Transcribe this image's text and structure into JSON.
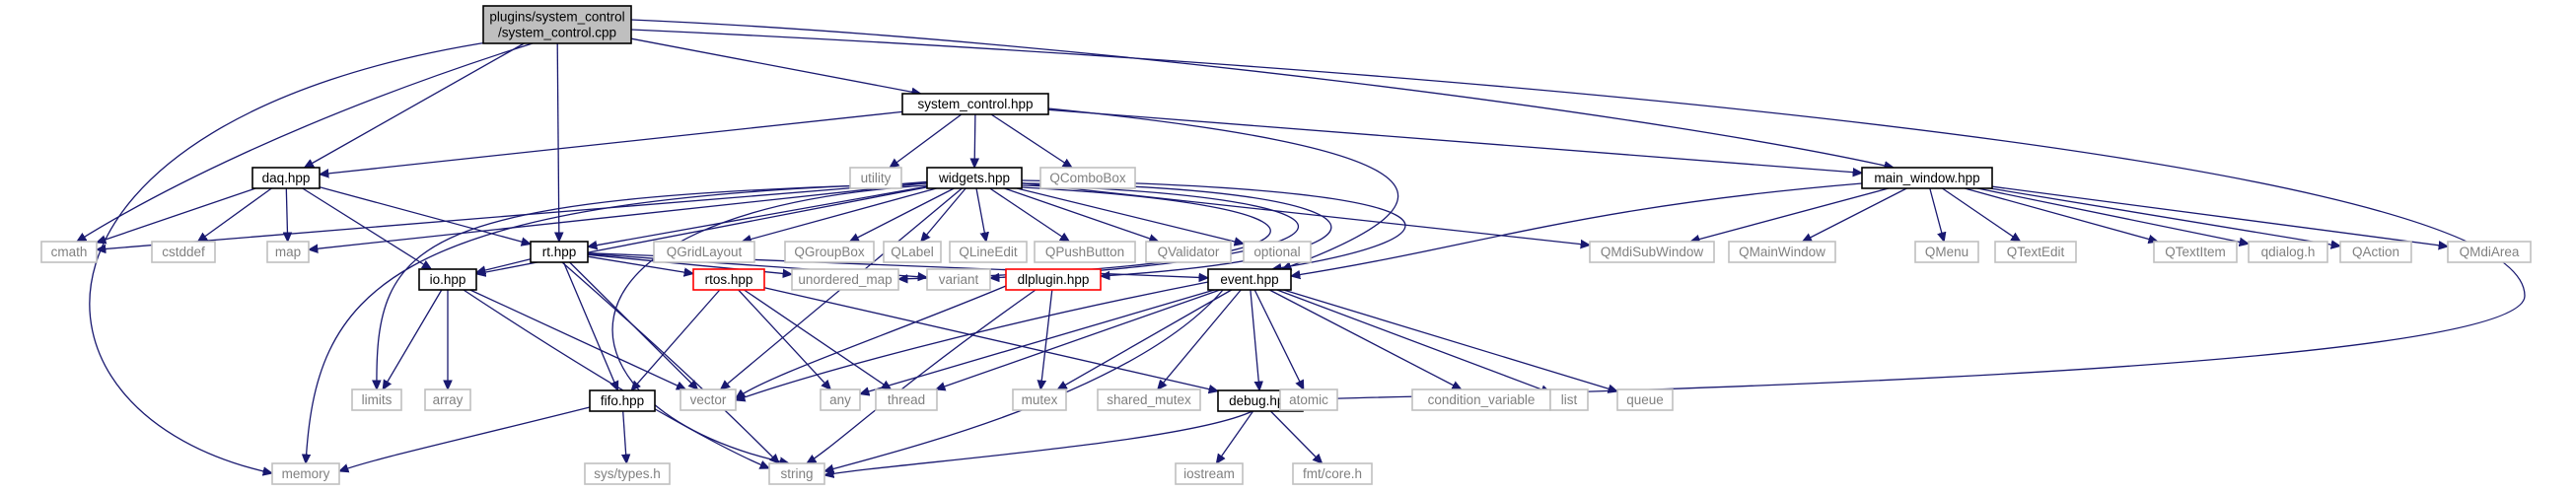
{
  "diagram": {
    "type": "include-dependency-graph",
    "colors": {
      "edge": "#191970",
      "root_fill": "#bfbfbf",
      "documented_border": "#000000",
      "external_border": "#bfbfbf",
      "external_text": "#808080",
      "undocumented_border": "#ff0000",
      "fill": "#ffffff"
    },
    "nodes": [
      {
        "id": "root",
        "lines": [
          "plugins/system_control",
          "/system_control.cpp"
        ],
        "kind": "root"
      },
      {
        "id": "system_control_hpp",
        "lines": [
          "system_control.hpp"
        ],
        "kind": "documented"
      },
      {
        "id": "daq_hpp",
        "lines": [
          "daq.hpp"
        ],
        "kind": "documented"
      },
      {
        "id": "utility",
        "lines": [
          "utility"
        ],
        "kind": "external"
      },
      {
        "id": "widgets_hpp",
        "lines": [
          "widgets.hpp"
        ],
        "kind": "documented"
      },
      {
        "id": "qcombobox",
        "lines": [
          "QComboBox"
        ],
        "kind": "external"
      },
      {
        "id": "main_window_hpp",
        "lines": [
          "main_window.hpp"
        ],
        "kind": "documented"
      },
      {
        "id": "cmath",
        "lines": [
          "cmath"
        ],
        "kind": "external"
      },
      {
        "id": "cstddef",
        "lines": [
          "cstddef"
        ],
        "kind": "external"
      },
      {
        "id": "map",
        "lines": [
          "map"
        ],
        "kind": "external"
      },
      {
        "id": "rt_hpp",
        "lines": [
          "rt.hpp"
        ],
        "kind": "documented"
      },
      {
        "id": "qgridlayout",
        "lines": [
          "QGridLayout"
        ],
        "kind": "external"
      },
      {
        "id": "qgroupbox",
        "lines": [
          "QGroupBox"
        ],
        "kind": "external"
      },
      {
        "id": "qlabel",
        "lines": [
          "QLabel"
        ],
        "kind": "external"
      },
      {
        "id": "qlineedit",
        "lines": [
          "QLineEdit"
        ],
        "kind": "external"
      },
      {
        "id": "qpushbutton",
        "lines": [
          "QPushButton"
        ],
        "kind": "external"
      },
      {
        "id": "qvalidator",
        "lines": [
          "QValidator"
        ],
        "kind": "external"
      },
      {
        "id": "optional",
        "lines": [
          "optional"
        ],
        "kind": "external"
      },
      {
        "id": "qmdisubwindow",
        "lines": [
          "QMdiSubWindow"
        ],
        "kind": "external"
      },
      {
        "id": "qmainwindow",
        "lines": [
          "QMainWindow"
        ],
        "kind": "external"
      },
      {
        "id": "qmenu",
        "lines": [
          "QMenu"
        ],
        "kind": "external"
      },
      {
        "id": "qtextedit",
        "lines": [
          "QTextEdit"
        ],
        "kind": "external"
      },
      {
        "id": "qtextitem",
        "lines": [
          "QTextItem"
        ],
        "kind": "external"
      },
      {
        "id": "qdialog_h",
        "lines": [
          "qdialog.h"
        ],
        "kind": "external"
      },
      {
        "id": "qaction",
        "lines": [
          "QAction"
        ],
        "kind": "external"
      },
      {
        "id": "qmdiarea",
        "lines": [
          "QMdiArea"
        ],
        "kind": "external"
      },
      {
        "id": "io_hpp",
        "lines": [
          "io.hpp"
        ],
        "kind": "documented"
      },
      {
        "id": "rtos_hpp",
        "lines": [
          "rtos.hpp"
        ],
        "kind": "undocumented"
      },
      {
        "id": "unordered_map",
        "lines": [
          "unordered_map"
        ],
        "kind": "external"
      },
      {
        "id": "variant",
        "lines": [
          "variant"
        ],
        "kind": "external"
      },
      {
        "id": "dlplugin_hpp",
        "lines": [
          "dlplugin.hpp"
        ],
        "kind": "undocumented"
      },
      {
        "id": "event_hpp",
        "lines": [
          "event.hpp"
        ],
        "kind": "documented"
      },
      {
        "id": "limits",
        "lines": [
          "limits"
        ],
        "kind": "external"
      },
      {
        "id": "array",
        "lines": [
          "array"
        ],
        "kind": "external"
      },
      {
        "id": "fifo_hpp",
        "lines": [
          "fifo.hpp"
        ],
        "kind": "documented"
      },
      {
        "id": "vector",
        "lines": [
          "vector"
        ],
        "kind": "external"
      },
      {
        "id": "any",
        "lines": [
          "any"
        ],
        "kind": "external"
      },
      {
        "id": "thread",
        "lines": [
          "thread"
        ],
        "kind": "external"
      },
      {
        "id": "mutex",
        "lines": [
          "mutex"
        ],
        "kind": "external"
      },
      {
        "id": "shared_mutex",
        "lines": [
          "shared_mutex"
        ],
        "kind": "external"
      },
      {
        "id": "debug_hpp",
        "lines": [
          "debug.hpp"
        ],
        "kind": "documented"
      },
      {
        "id": "atomic",
        "lines": [
          "atomic"
        ],
        "kind": "external"
      },
      {
        "id": "condition_variable",
        "lines": [
          "condition_variable"
        ],
        "kind": "external"
      },
      {
        "id": "list",
        "lines": [
          "list"
        ],
        "kind": "external"
      },
      {
        "id": "queue",
        "lines": [
          "queue"
        ],
        "kind": "external"
      },
      {
        "id": "memory",
        "lines": [
          "memory"
        ],
        "kind": "external"
      },
      {
        "id": "string",
        "lines": [
          "string"
        ],
        "kind": "external"
      },
      {
        "id": "sys_types_h",
        "lines": [
          "sys/types.h"
        ],
        "kind": "external"
      },
      {
        "id": "iostream",
        "lines": [
          "iostream"
        ],
        "kind": "external"
      },
      {
        "id": "fmt_core_h",
        "lines": [
          "fmt/core.h"
        ],
        "kind": "external"
      }
    ],
    "edges": [
      {
        "from": "root",
        "to": "system_control_hpp"
      },
      {
        "from": "root",
        "to": "daq_hpp"
      },
      {
        "from": "root",
        "to": "cmath"
      },
      {
        "from": "root",
        "to": "rt_hpp"
      },
      {
        "from": "root",
        "to": "memory"
      },
      {
        "from": "root",
        "to": "main_window_hpp"
      },
      {
        "from": "root",
        "to": "debug_hpp"
      },
      {
        "from": "system_control_hpp",
        "to": "daq_hpp"
      },
      {
        "from": "system_control_hpp",
        "to": "utility"
      },
      {
        "from": "system_control_hpp",
        "to": "widgets_hpp"
      },
      {
        "from": "system_control_hpp",
        "to": "qcombobox"
      },
      {
        "from": "system_control_hpp",
        "to": "main_window_hpp"
      },
      {
        "from": "system_control_hpp",
        "to": "event_hpp"
      },
      {
        "from": "daq_hpp",
        "to": "cmath"
      },
      {
        "from": "daq_hpp",
        "to": "cstddef"
      },
      {
        "from": "daq_hpp",
        "to": "map"
      },
      {
        "from": "daq_hpp",
        "to": "rt_hpp"
      },
      {
        "from": "daq_hpp",
        "to": "io_hpp"
      },
      {
        "from": "widgets_hpp",
        "to": "cmath"
      },
      {
        "from": "widgets_hpp",
        "to": "map"
      },
      {
        "from": "widgets_hpp",
        "to": "rt_hpp"
      },
      {
        "from": "widgets_hpp",
        "to": "qgridlayout"
      },
      {
        "from": "widgets_hpp",
        "to": "qgroupbox"
      },
      {
        "from": "widgets_hpp",
        "to": "qlabel"
      },
      {
        "from": "widgets_hpp",
        "to": "qlineedit"
      },
      {
        "from": "widgets_hpp",
        "to": "qpushbutton"
      },
      {
        "from": "widgets_hpp",
        "to": "qvalidator"
      },
      {
        "from": "widgets_hpp",
        "to": "optional"
      },
      {
        "from": "widgets_hpp",
        "to": "qmdisubwindow"
      },
      {
        "from": "widgets_hpp",
        "to": "io_hpp"
      },
      {
        "from": "widgets_hpp",
        "to": "limits"
      },
      {
        "from": "widgets_hpp",
        "to": "memory"
      },
      {
        "from": "widgets_hpp",
        "to": "string"
      },
      {
        "from": "widgets_hpp",
        "to": "vector"
      },
      {
        "from": "widgets_hpp",
        "to": "unordered_map"
      },
      {
        "from": "widgets_hpp",
        "to": "variant"
      },
      {
        "from": "widgets_hpp",
        "to": "dlplugin_hpp"
      },
      {
        "from": "widgets_hpp",
        "to": "event_hpp"
      },
      {
        "from": "main_window_hpp",
        "to": "qmdisubwindow"
      },
      {
        "from": "main_window_hpp",
        "to": "qmainwindow"
      },
      {
        "from": "main_window_hpp",
        "to": "qmenu"
      },
      {
        "from": "main_window_hpp",
        "to": "qtextedit"
      },
      {
        "from": "main_window_hpp",
        "to": "qtextitem"
      },
      {
        "from": "main_window_hpp",
        "to": "qdialog_h"
      },
      {
        "from": "main_window_hpp",
        "to": "qaction"
      },
      {
        "from": "main_window_hpp",
        "to": "qmdiarea"
      },
      {
        "from": "main_window_hpp",
        "to": "event_hpp"
      },
      {
        "from": "rt_hpp",
        "to": "io_hpp"
      },
      {
        "from": "rt_hpp",
        "to": "rtos_hpp"
      },
      {
        "from": "rt_hpp",
        "to": "fifo_hpp"
      },
      {
        "from": "rt_hpp",
        "to": "vector"
      },
      {
        "from": "rt_hpp",
        "to": "string"
      },
      {
        "from": "rt_hpp",
        "to": "unordered_map"
      },
      {
        "from": "rt_hpp",
        "to": "variant"
      },
      {
        "from": "rt_hpp",
        "to": "event_hpp"
      },
      {
        "from": "io_hpp",
        "to": "limits"
      },
      {
        "from": "io_hpp",
        "to": "array"
      },
      {
        "from": "io_hpp",
        "to": "vector"
      },
      {
        "from": "io_hpp",
        "to": "string"
      },
      {
        "from": "rtos_hpp",
        "to": "fifo_hpp"
      },
      {
        "from": "rtos_hpp",
        "to": "any"
      },
      {
        "from": "rtos_hpp",
        "to": "thread"
      },
      {
        "from": "rtos_hpp",
        "to": "debug_hpp"
      },
      {
        "from": "fifo_hpp",
        "to": "memory"
      },
      {
        "from": "fifo_hpp",
        "to": "sys_types_h"
      },
      {
        "from": "dlplugin_hpp",
        "to": "string"
      },
      {
        "from": "dlplugin_hpp",
        "to": "mutex"
      },
      {
        "from": "dlplugin_hpp",
        "to": "vector"
      },
      {
        "from": "event_hpp",
        "to": "vector"
      },
      {
        "from": "event_hpp",
        "to": "any"
      },
      {
        "from": "event_hpp",
        "to": "thread"
      },
      {
        "from": "event_hpp",
        "to": "mutex"
      },
      {
        "from": "event_hpp",
        "to": "shared_mutex"
      },
      {
        "from": "event_hpp",
        "to": "debug_hpp"
      },
      {
        "from": "event_hpp",
        "to": "atomic"
      },
      {
        "from": "event_hpp",
        "to": "condition_variable"
      },
      {
        "from": "event_hpp",
        "to": "list"
      },
      {
        "from": "event_hpp",
        "to": "queue"
      },
      {
        "from": "event_hpp",
        "to": "string"
      },
      {
        "from": "debug_hpp",
        "to": "string"
      },
      {
        "from": "debug_hpp",
        "to": "iostream"
      },
      {
        "from": "debug_hpp",
        "to": "fmt_core_h"
      }
    ]
  }
}
